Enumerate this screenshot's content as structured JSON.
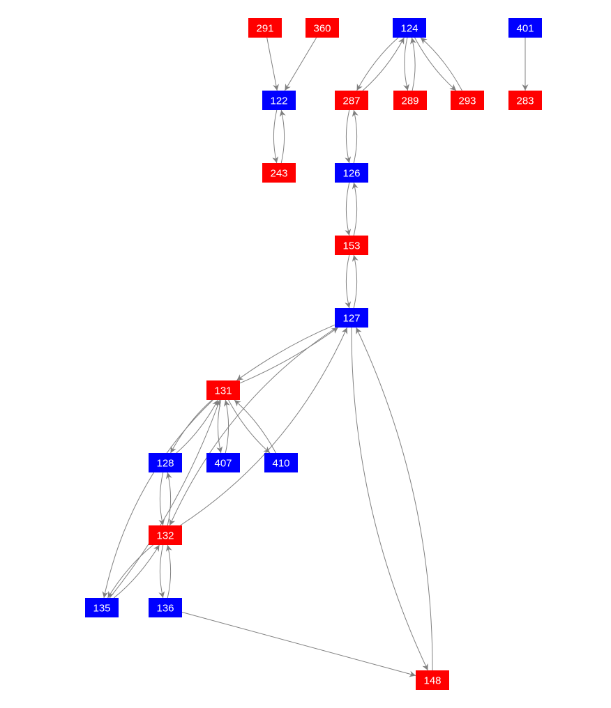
{
  "colors": {
    "red": "#ff0000",
    "blue": "#0000ff",
    "edge": "#808080",
    "text": "#ffffff"
  },
  "nodes": [
    {
      "id": "291",
      "color": "red"
    },
    {
      "id": "360",
      "color": "red"
    },
    {
      "id": "124",
      "color": "blue"
    },
    {
      "id": "401",
      "color": "blue"
    },
    {
      "id": "122",
      "color": "blue"
    },
    {
      "id": "287",
      "color": "red"
    },
    {
      "id": "289",
      "color": "red"
    },
    {
      "id": "293",
      "color": "red"
    },
    {
      "id": "283",
      "color": "red"
    },
    {
      "id": "243",
      "color": "red"
    },
    {
      "id": "126",
      "color": "blue"
    },
    {
      "id": "153",
      "color": "red"
    },
    {
      "id": "127",
      "color": "blue"
    },
    {
      "id": "131",
      "color": "red"
    },
    {
      "id": "128",
      "color": "blue"
    },
    {
      "id": "407",
      "color": "blue"
    },
    {
      "id": "410",
      "color": "blue"
    },
    {
      "id": "132",
      "color": "red"
    },
    {
      "id": "135",
      "color": "blue"
    },
    {
      "id": "136",
      "color": "blue"
    },
    {
      "id": "148",
      "color": "red"
    }
  ],
  "edges": [
    [
      "291",
      "122"
    ],
    [
      "360",
      "122"
    ],
    [
      "124",
      "287"
    ],
    [
      "287",
      "124"
    ],
    [
      "124",
      "289"
    ],
    [
      "289",
      "124"
    ],
    [
      "124",
      "293"
    ],
    [
      "293",
      "124"
    ],
    [
      "401",
      "283"
    ],
    [
      "122",
      "243"
    ],
    [
      "243",
      "122"
    ],
    [
      "287",
      "126"
    ],
    [
      "126",
      "287"
    ],
    [
      "126",
      "153"
    ],
    [
      "153",
      "126"
    ],
    [
      "153",
      "127"
    ],
    [
      "127",
      "153"
    ],
    [
      "127",
      "131"
    ],
    [
      "131",
      "127"
    ],
    [
      "127",
      "132"
    ],
    [
      "132",
      "127"
    ],
    [
      "127",
      "148"
    ],
    [
      "148",
      "127"
    ],
    [
      "131",
      "128"
    ],
    [
      "128",
      "131"
    ],
    [
      "131",
      "407"
    ],
    [
      "407",
      "131"
    ],
    [
      "131",
      "410"
    ],
    [
      "410",
      "131"
    ],
    [
      "131",
      "135"
    ],
    [
      "135",
      "131"
    ],
    [
      "128",
      "132"
    ],
    [
      "132",
      "128"
    ],
    [
      "132",
      "135"
    ],
    [
      "135",
      "132"
    ],
    [
      "132",
      "136"
    ],
    [
      "136",
      "132"
    ],
    [
      "136",
      "148"
    ]
  ]
}
